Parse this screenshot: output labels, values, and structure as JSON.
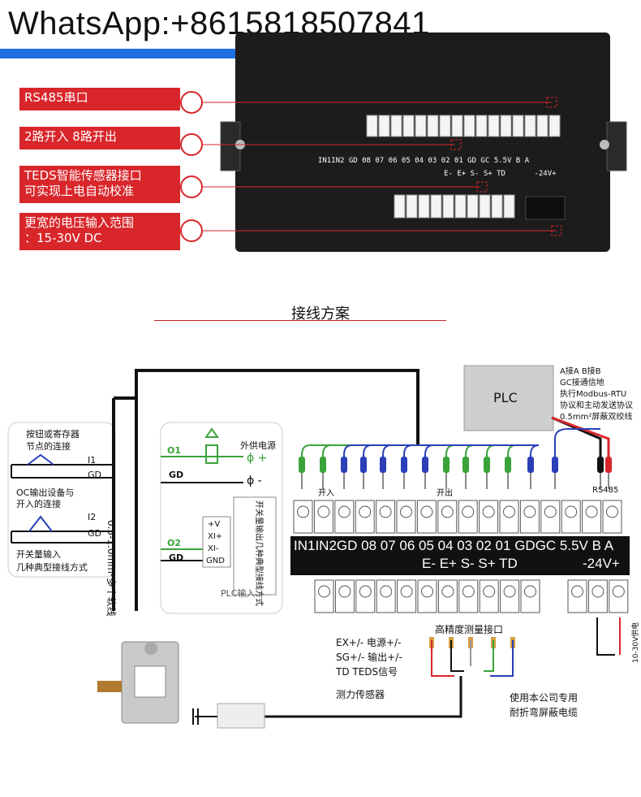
{
  "watermark": "WhatsApp:+8615818507841",
  "callouts": [
    {
      "text": "RS485串口"
    },
    {
      "text": "2路开入 8路开出"
    },
    {
      "text": "TEDS智能传感器接口",
      "text2": "可实现上电自动校准"
    },
    {
      "text": "更宽的电压输入范围",
      "text2": "：15-30V DC"
    }
  ],
  "device_labels": {
    "row1": "IN1IN2 GD 08 07 06 05 04 03 02 01 GD GC 5.5V B A",
    "row2": "E- E+ S- S+ TD",
    "row2b": "-24V+"
  },
  "section_title": "接线方案",
  "left_box": {
    "button_label": "按钮或寄存器",
    "button_label2": "节点的连接",
    "i1": "I1",
    "gd1": "GD",
    "oc_label": "OC输出设备与",
    "oc_label2": "开入的连接",
    "i2": "I2",
    "gd2": "GD",
    "foot1": "开关量输入",
    "foot2": "几种典型接线方式"
  },
  "wire_label": "0.5-1.0mm²多个软线",
  "mid_box": {
    "o1": "O1",
    "ext_power": "外供电源",
    "plus": "ϕ +",
    "gd": "GD",
    "minus": "ϕ -",
    "o2": "O2",
    "gd2": "GD",
    "v_plus": "+V",
    "xi_plus": "XI+",
    "xi_minus": "XI-",
    "gnd": "GND",
    "vert_text": "开关量输出几种典型接线方式",
    "plc_in": "PLC输入"
  },
  "plc": {
    "label": "PLC",
    "note1": "A接A B接B",
    "note2": "GC接通信地",
    "note3": "执行Modbus-RTU",
    "note4": "协议和主动发送协议",
    "note5": "0.5mm²屏蔽双绞线"
  },
  "terminal": {
    "kairu": "开入",
    "kaichu": "开出",
    "rs485": "RS485",
    "row1": "IN1IN2GD 08  07  06  05  04  03  02  01 GDGC 5.5V B   A",
    "row2": "E-  E+  S-  S+  TD",
    "row2b": "-24V+"
  },
  "sensor_block": {
    "title": "高精度测量接口",
    "l1": "EX+/-  电源+/-",
    "l2": "SG+/-  输出+/-",
    "l3": "TD  TEDS信号",
    "l4": "测力传感器"
  },
  "cable_note1": "使用本公司专用",
  "cable_note2": "耐折弯屏蔽电缆",
  "power_note": "10-30V供电",
  "colors": {
    "red": "#d8262b",
    "green": "#3aa33a",
    "blue": "#2a3fb8",
    "black": "#111111"
  }
}
